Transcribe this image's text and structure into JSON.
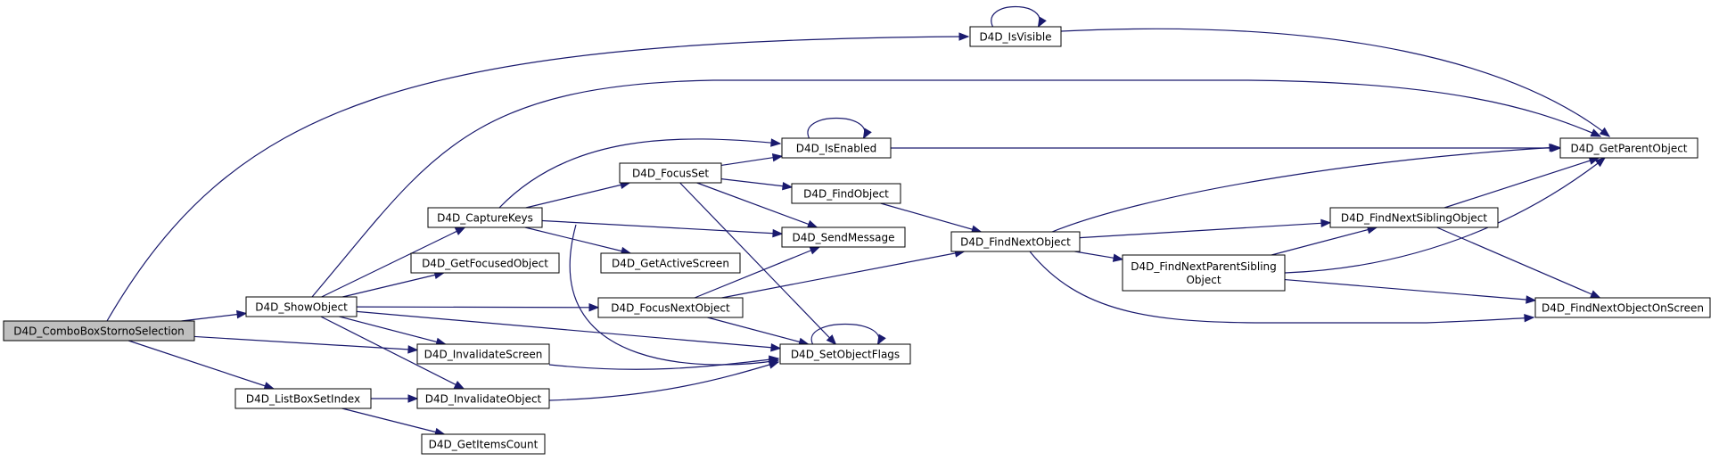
{
  "colors": {
    "node_fill": "#ffffff",
    "root_fill": "#bfbfbf",
    "node_border": "#000000",
    "edge": "#1a1a6e"
  },
  "nodes": {
    "cbx": {
      "label": [
        "D4D_ComboBoxStornoSelection"
      ],
      "root": true
    },
    "show": {
      "label": [
        "D4D_ShowObject"
      ]
    },
    "lbsi": {
      "label": [
        "D4D_ListBoxSetIndex"
      ]
    },
    "isvis": {
      "label": [
        "D4D_IsVisible"
      ]
    },
    "capt": {
      "label": [
        "D4D_CaptureKeys"
      ]
    },
    "getf": {
      "label": [
        "D4D_GetFocusedObject"
      ]
    },
    "invs": {
      "label": [
        "D4D_InvalidateScreen"
      ]
    },
    "invo": {
      "label": [
        "D4D_InvalidateObject"
      ]
    },
    "geti": {
      "label": [
        "D4D_GetItemsCount"
      ]
    },
    "fset": {
      "label": [
        "D4D_FocusSet"
      ]
    },
    "fnext": {
      "label": [
        "D4D_FocusNextObject"
      ]
    },
    "gact": {
      "label": [
        "D4D_GetActiveScreen"
      ]
    },
    "isen": {
      "label": [
        "D4D_IsEnabled"
      ]
    },
    "find": {
      "label": [
        "D4D_FindObject"
      ]
    },
    "send": {
      "label": [
        "D4D_SendMessage"
      ]
    },
    "sflag": {
      "label": [
        "D4D_SetObjectFlags"
      ]
    },
    "fnobj": {
      "label": [
        "D4D_FindNextObject"
      ]
    },
    "fnps": {
      "label": [
        "D4D_FindNextParentSibling",
        "Object"
      ]
    },
    "fnsib": {
      "label": [
        "D4D_FindNextSiblingObject"
      ]
    },
    "gpar": {
      "label": [
        "D4D_GetParentObject"
      ]
    },
    "fnos": {
      "label": [
        "D4D_FindNextObjectOnScreen"
      ]
    }
  },
  "edges": [
    [
      "cbx",
      "show"
    ],
    [
      "cbx",
      "lbsi"
    ],
    [
      "cbx",
      "isvis"
    ],
    [
      "cbx",
      "invs"
    ],
    [
      "show",
      "capt"
    ],
    [
      "show",
      "getf"
    ],
    [
      "show",
      "invs"
    ],
    [
      "show",
      "invo"
    ],
    [
      "show",
      "fnext"
    ],
    [
      "show",
      "gpar"
    ],
    [
      "show",
      "sflag"
    ],
    [
      "lbsi",
      "invo"
    ],
    [
      "lbsi",
      "geti"
    ],
    [
      "isvis",
      "isvis"
    ],
    [
      "isvis",
      "gpar"
    ],
    [
      "capt",
      "isen"
    ],
    [
      "capt",
      "fset"
    ],
    [
      "capt",
      "send"
    ],
    [
      "capt",
      "gact"
    ],
    [
      "capt",
      "sflag"
    ],
    [
      "invs",
      "sflag"
    ],
    [
      "invo",
      "sflag"
    ],
    [
      "fset",
      "isen"
    ],
    [
      "fset",
      "find"
    ],
    [
      "fset",
      "send"
    ],
    [
      "fset",
      "sflag"
    ],
    [
      "fnext",
      "send"
    ],
    [
      "fnext",
      "sflag"
    ],
    [
      "fnext",
      "fnobj"
    ],
    [
      "isen",
      "isen"
    ],
    [
      "isen",
      "gpar"
    ],
    [
      "find",
      "fnobj"
    ],
    [
      "sflag",
      "sflag"
    ],
    [
      "fnobj",
      "gpar"
    ],
    [
      "fnobj",
      "fnsib"
    ],
    [
      "fnobj",
      "fnps"
    ],
    [
      "fnobj",
      "fnos"
    ],
    [
      "fnps",
      "fnsib"
    ],
    [
      "fnps",
      "gpar"
    ],
    [
      "fnps",
      "fnos"
    ],
    [
      "fnsib",
      "gpar"
    ],
    [
      "fnsib",
      "fnos"
    ]
  ]
}
